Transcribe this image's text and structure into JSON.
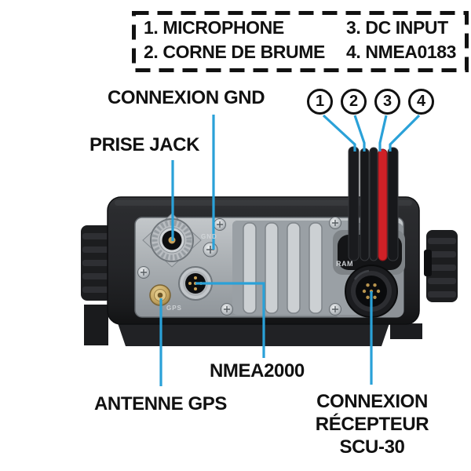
{
  "legend": {
    "col1": [
      "1. MICROPHONE",
      "2. CORNE DE BRUME"
    ],
    "col2": [
      "3. DC INPUT",
      "4. NMEA0183"
    ]
  },
  "callouts": {
    "gnd": "CONNEXION GND",
    "jack": "PRISE JACK",
    "numbers": [
      "1",
      "2",
      "3",
      "4"
    ],
    "nmea2000": "NMEA2000",
    "gps": "ANTENNE GPS",
    "scu": {
      "line1": "CONNEXION",
      "line2": "RÉCEPTEUR",
      "line3": "SCU-30"
    }
  },
  "panel_prints": {
    "gnd": "GND",
    "gps": "GPS",
    "ram": "RAM"
  },
  "colors": {
    "leader_line": "#2AA1D8",
    "cable_black": "#1A1B1E",
    "cable_red": "#CF2127",
    "text": "#111111",
    "device_body": "#242528",
    "metal_panel": "#A8ADB1"
  }
}
